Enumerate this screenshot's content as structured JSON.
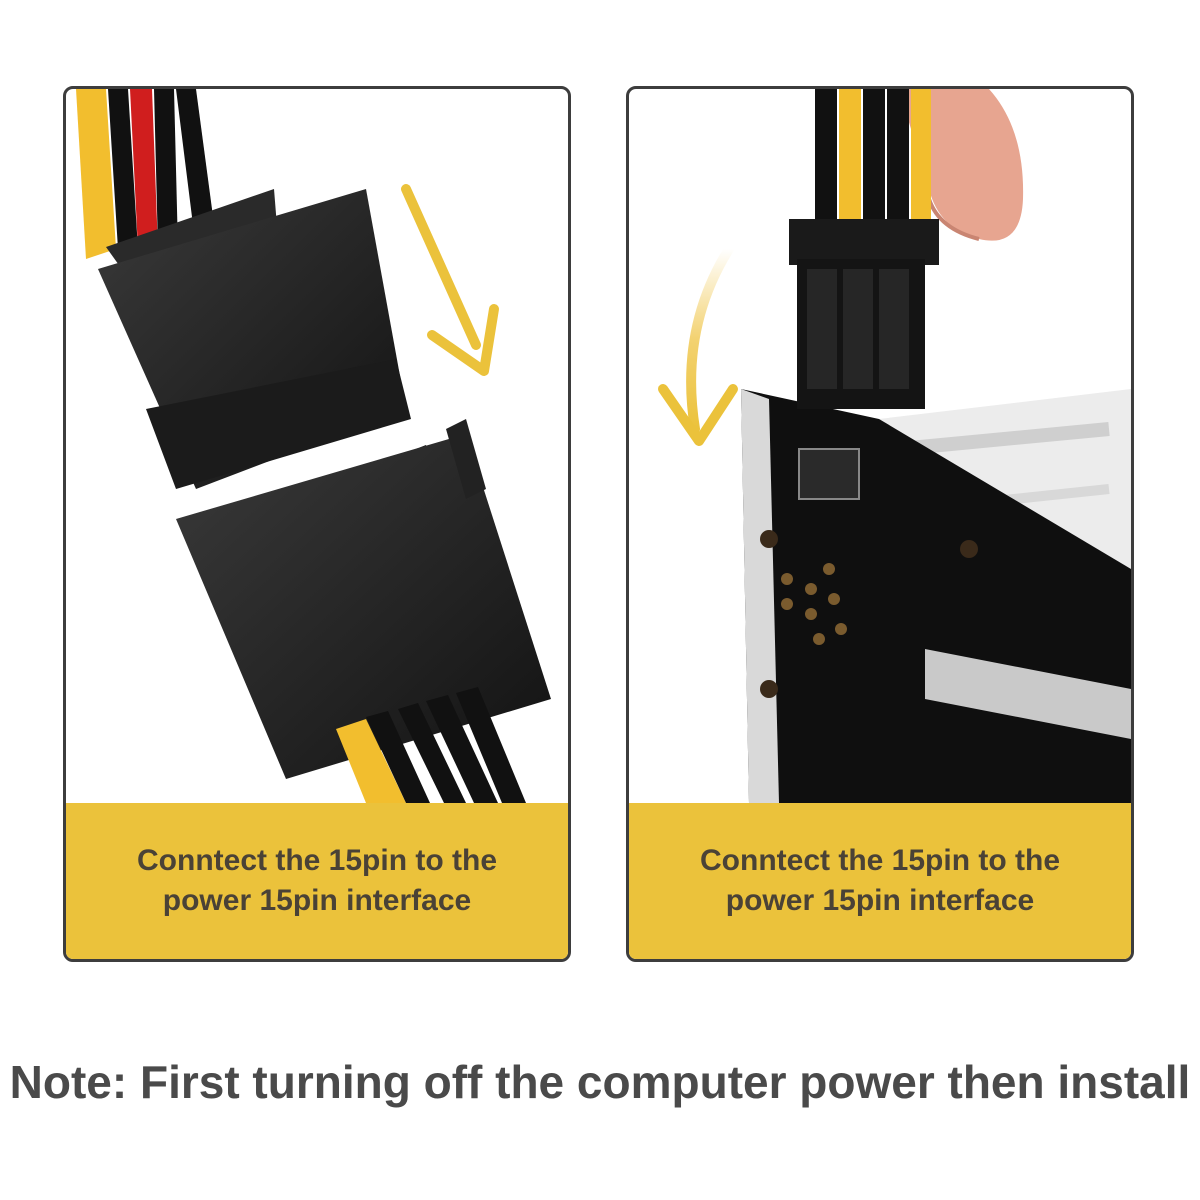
{
  "panels": [
    {
      "caption": "Conntect the 15pin to the power 15pin interface",
      "illustration": "sata-15pin-connector-pair"
    },
    {
      "caption": "Conntect the 15pin to the power 15pin interface",
      "illustration": "6pin-power-plug-graphics-card"
    }
  ],
  "note": "Note: First turning off the computer power then install",
  "colors": {
    "accent": "#ebc23b",
    "panel_border": "#3d3d3d",
    "text": "#4a4236",
    "note_text": "#4a4a4a"
  }
}
